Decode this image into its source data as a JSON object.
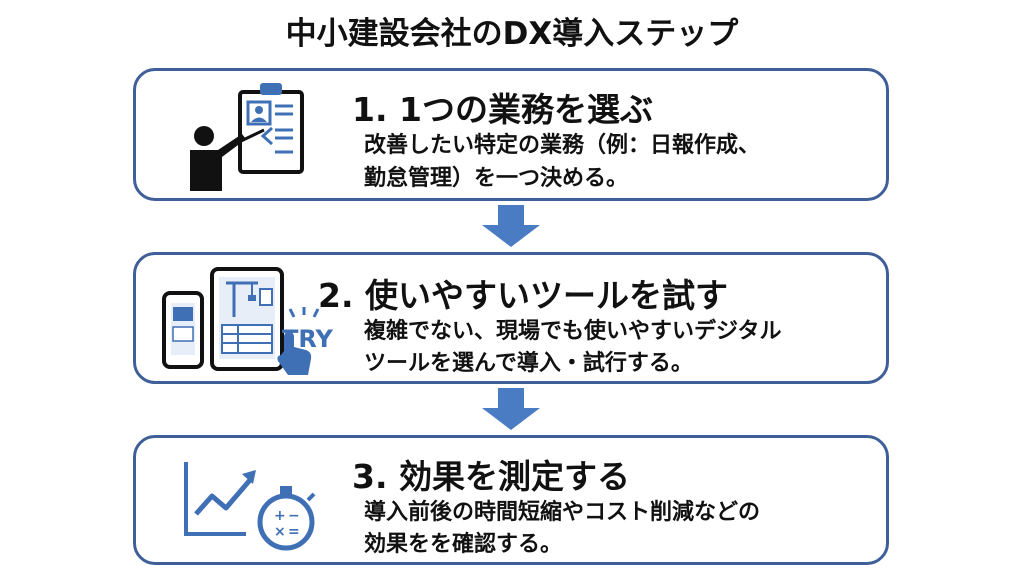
{
  "title": "中小建設会社のDX導入ステップ",
  "steps": [
    {
      "heading": "1. 1つの業務を選ぶ",
      "desc_line1": "改善したい特定の業務（例：日報作成、",
      "desc_line2": "勤怠管理）を一つ決める。",
      "icon": "presenter-clipboard-icon"
    },
    {
      "heading": "2. 使いやすいツールを試す",
      "desc_line1": "複雑でない、現場でも使いやすいデジタル",
      "desc_line2": "ツールを選んで導入・試行する。",
      "icon": "devices-try-icon",
      "badge": "TRY"
    },
    {
      "heading": "3. 効果を測定する",
      "desc_line1": "導入前後の時間短縮やコスト削減などの",
      "desc_line2": "効果をを確認する。",
      "icon": "chart-stopwatch-icon"
    }
  ],
  "colors": {
    "border": "#3f5f98",
    "arrow": "#4a7cc4",
    "icon_dark": "#111111",
    "icon_blue": "#3f6fb5"
  }
}
